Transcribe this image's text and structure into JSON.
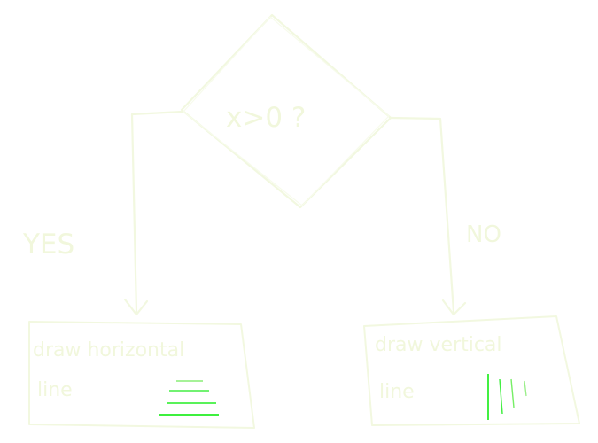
{
  "colors": {
    "background": "#ffffff",
    "ink": "#f6fbe6",
    "ink_dark": "#edf6d9",
    "hatch": "#22ee22",
    "hatch_light": "#99ee88"
  },
  "decision": {
    "label": "x>0 ?"
  },
  "branches": {
    "yes_label": "YES",
    "no_label": "NO"
  },
  "boxes": {
    "left": {
      "line1": "draw horizontal",
      "line2": "line",
      "hatch": "horizontal-hatch-icon"
    },
    "right": {
      "line1": "draw vertical",
      "line2": "line",
      "hatch": "vertical-hatch-icon"
    }
  }
}
